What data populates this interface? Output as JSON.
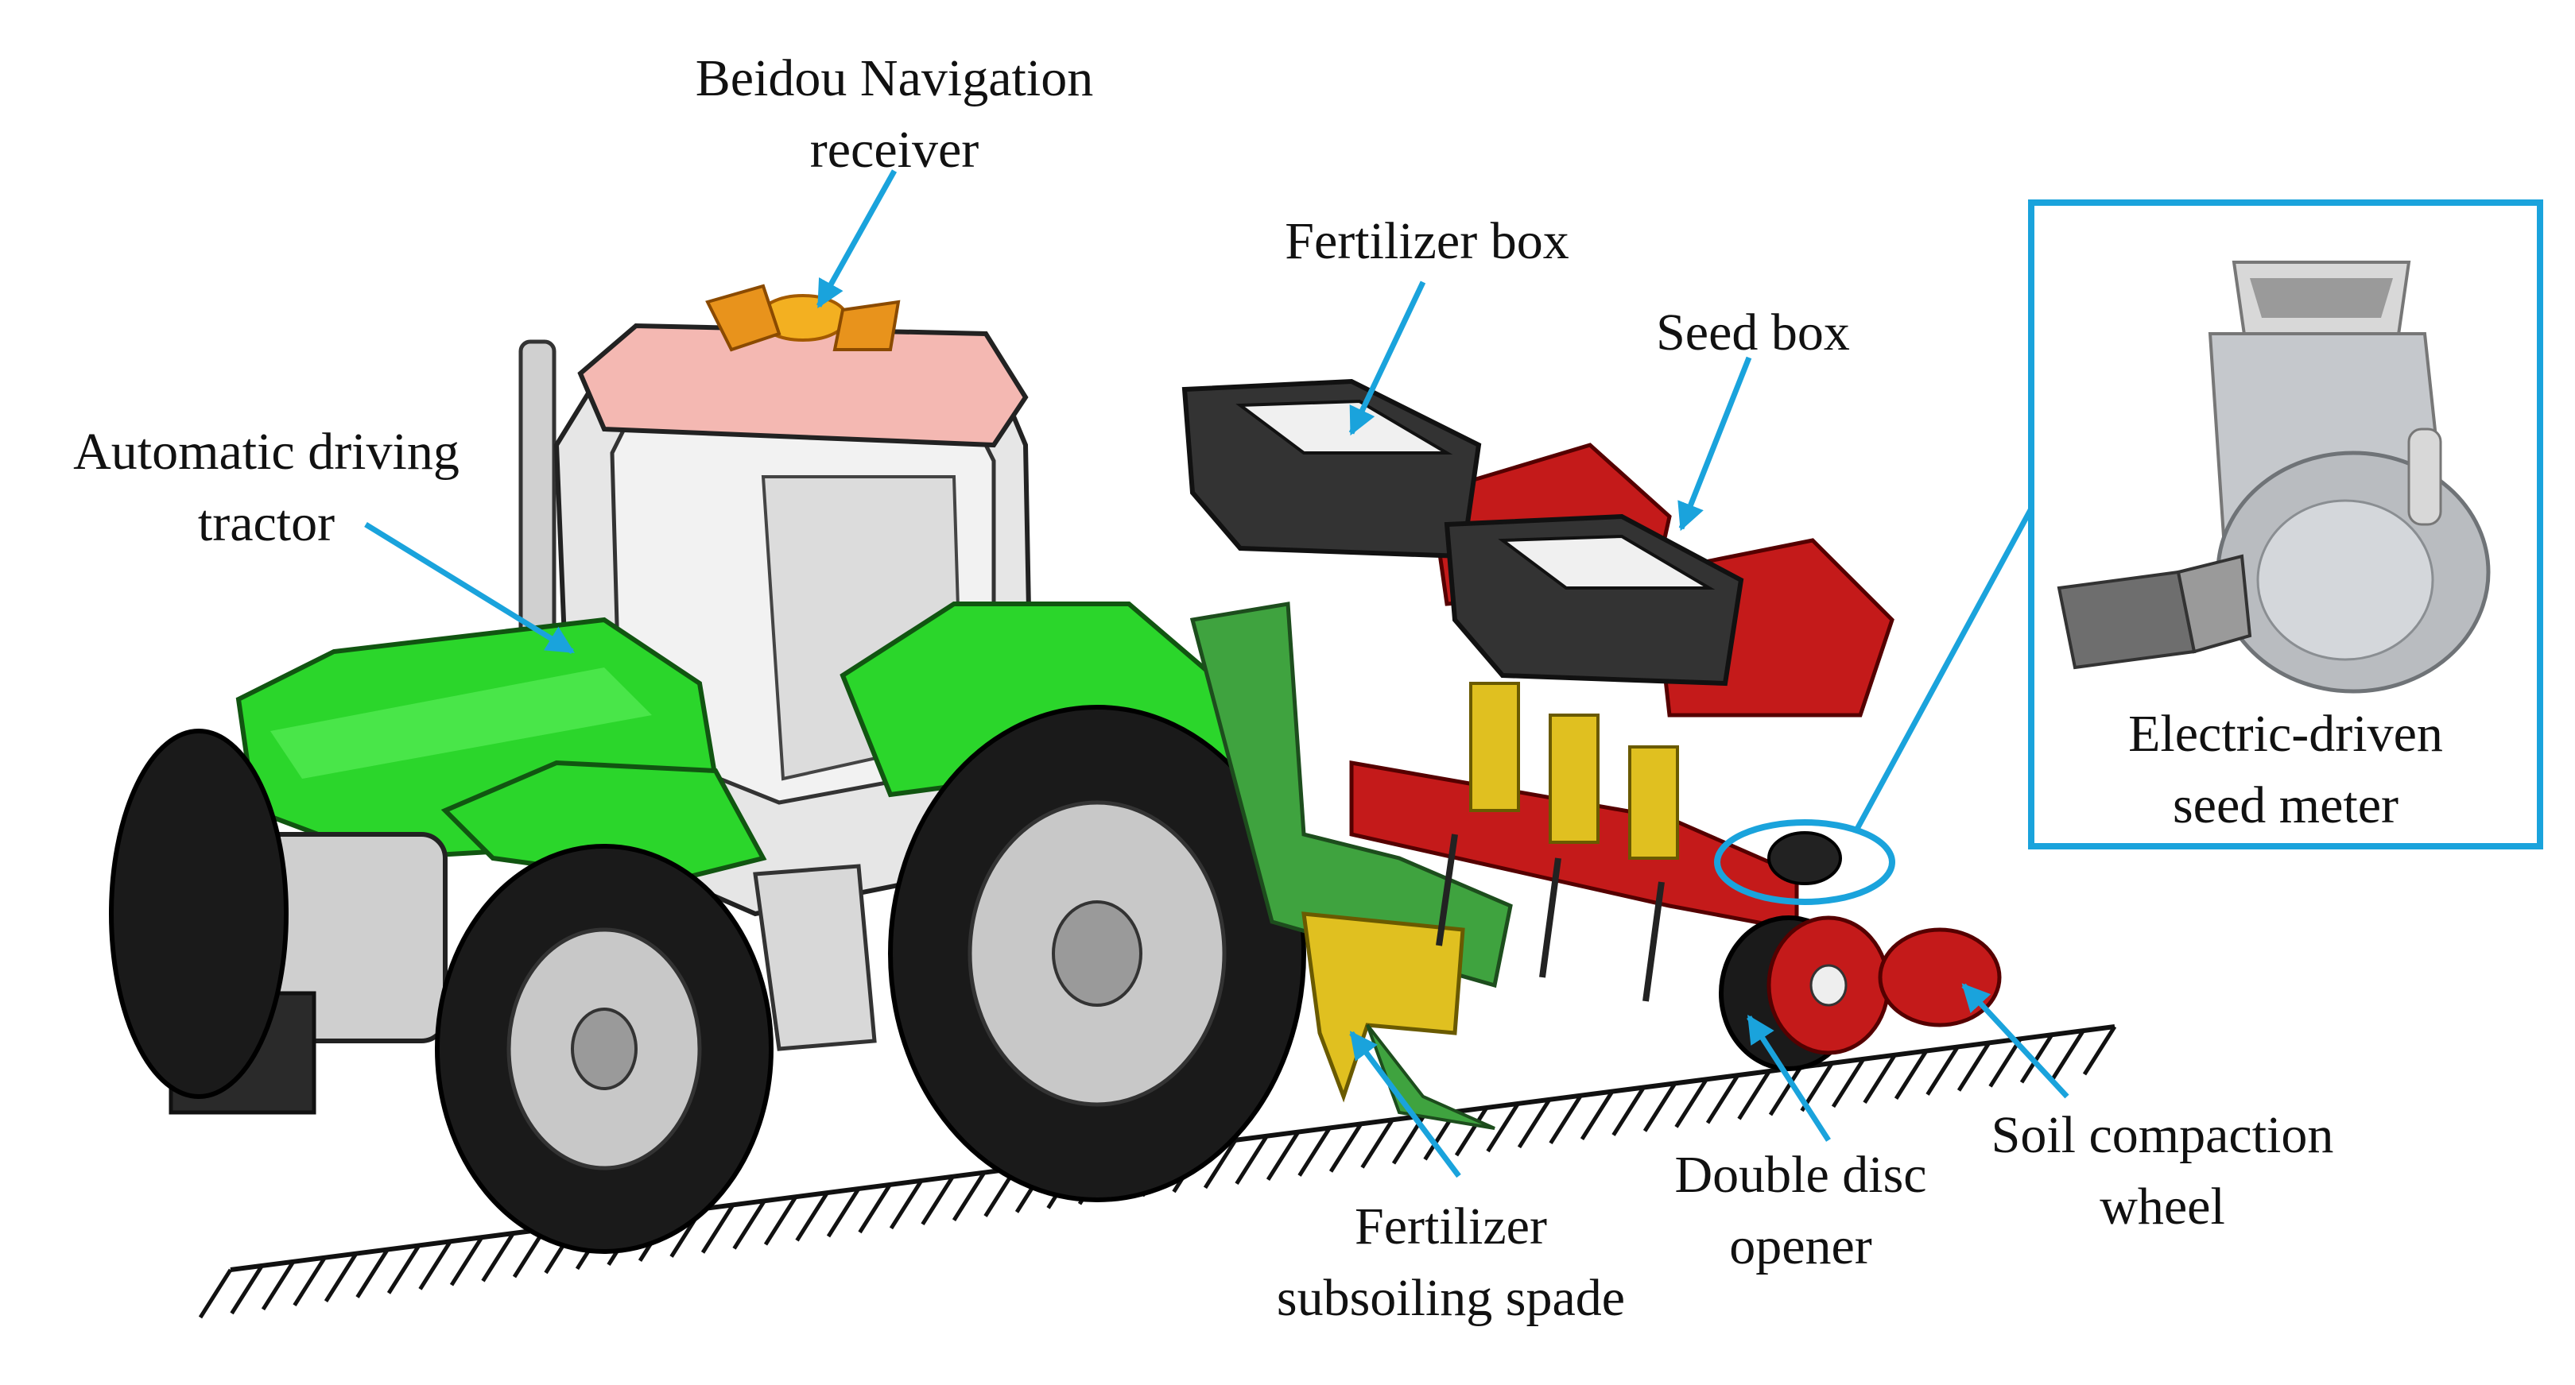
{
  "labels": {
    "beidou": [
      "Beidou Navigation",
      "receiver"
    ],
    "tractor": [
      "Automatic driving",
      "tractor"
    ],
    "fertilizer_box": "Fertilizer box",
    "seed_box": "Seed box",
    "seed_meter": [
      "Electric-driven",
      "seed meter"
    ],
    "fertilizer_spade": [
      "Fertilizer",
      "subsoiling spade"
    ],
    "double_disc": [
      "Double disc",
      "opener"
    ],
    "soil_wheel": [
      "Soil compaction",
      "wheel"
    ]
  },
  "colors": {
    "leader": "#1aa3dc",
    "tractor_body": "#2bd62b",
    "cab_roof": "#f4b8b2",
    "antenna": "#e8931c",
    "planter_frame": "#c41a1a",
    "fertilizer_hopper": "#333333",
    "tire": "#1a1a1a",
    "rim": "#c8c8c8",
    "implement_hitch": "#3fa33f",
    "spade": "#e0c020",
    "seed_meter_body": "#b9bcc0"
  },
  "icons": {
    "ground": "hatched-ground-line"
  }
}
